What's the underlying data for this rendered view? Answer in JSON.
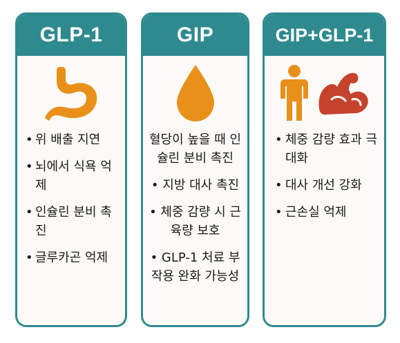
{
  "cards": [
    {
      "title": "GLP-1",
      "icon": "stomach-icon",
      "items": [
        "위 배출 지연",
        "뇌에서 식욕 억제",
        "인슐린 분비 촉진",
        "글루카곤 억제"
      ]
    },
    {
      "title": "GIP",
      "icon": "drop-icon",
      "items": [
        "혈당이 높을 때 인슐린 분비 촉진",
        "지방 대사 촉진",
        "체중 감량 시 근육량 보호",
        "GLP-1 처료 부작용 완화 가능성"
      ]
    },
    {
      "title": "GIP+GLP-1",
      "icons": [
        "person-icon",
        "flexed-arm-icon"
      ],
      "items": [
        "체중 감량 효과 극대화",
        "대사 개선 강화",
        "근손실 억제"
      ]
    }
  ],
  "colors": {
    "accent": "#2f8a8f",
    "icon_orange": "#e8901a",
    "arm_red": "#c5432c"
  }
}
